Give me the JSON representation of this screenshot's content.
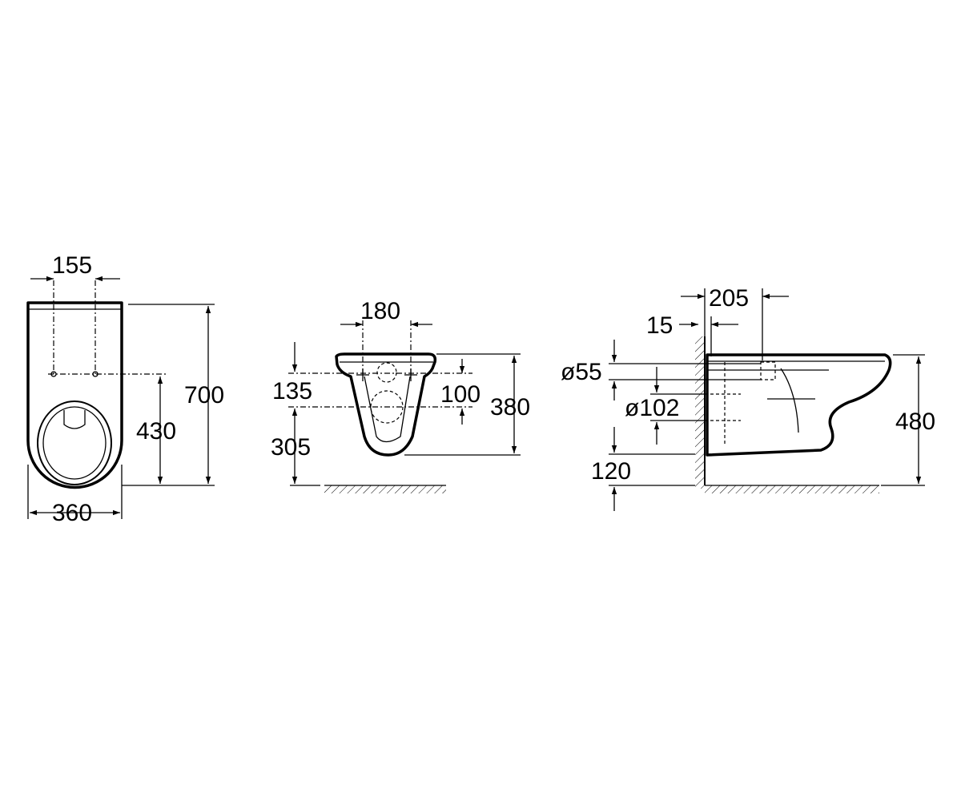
{
  "views": {
    "top": {
      "dim_hole_spacing": "155",
      "dim_length": "700",
      "dim_hole_to_rear": "430",
      "dim_width": "360"
    },
    "front": {
      "dim_hole_spacing": "180",
      "dim_top_to_holes": "135",
      "dim_holes_to_floor": "305",
      "dim_hole_offset": "100",
      "dim_height": "380"
    },
    "side": {
      "dim_projection": "205",
      "dim_wall_gap": "15",
      "dim_inlet_diameter": "ø55",
      "dim_outlet_diameter": "ø102",
      "dim_outlet_height": "120",
      "dim_total_height": "480"
    }
  }
}
